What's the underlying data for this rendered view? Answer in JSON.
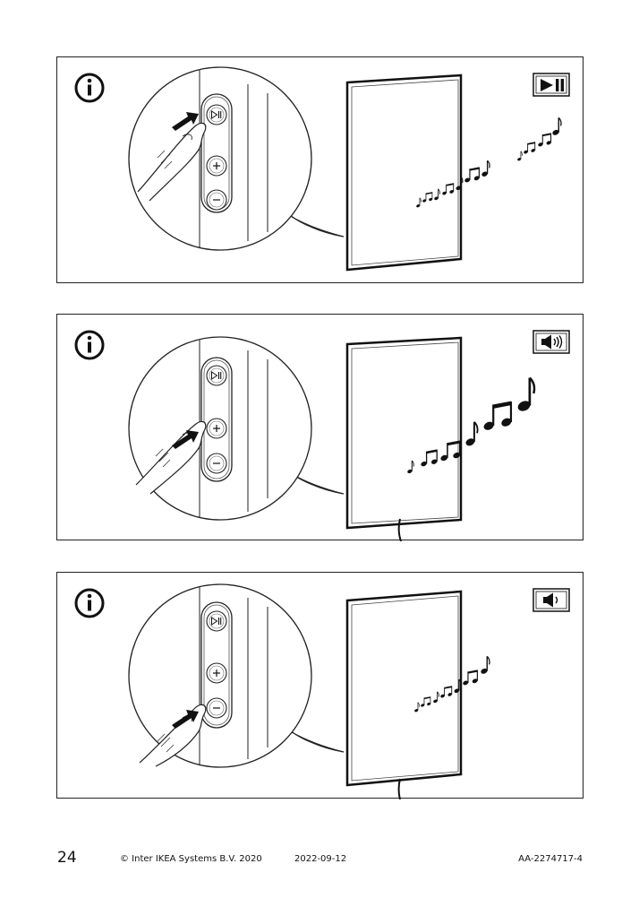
{
  "page": {
    "number": "24",
    "copyright": "© Inter IKEA Systems B.V. 2020",
    "date": "2022-09-12",
    "document_id": "AA-2274717-4"
  },
  "panels": [
    {
      "action": "play-pause",
      "pressed_button": "play-pause",
      "indicator_icon": "play-pause-icon",
      "sound_level": "medium"
    },
    {
      "action": "volume-up",
      "pressed_button": "volume-up",
      "indicator_icon": "speaker-loud-icon",
      "sound_level": "loud"
    },
    {
      "action": "volume-down",
      "pressed_button": "volume-down",
      "indicator_icon": "speaker-quiet-icon",
      "sound_level": "quiet"
    }
  ],
  "colors": {
    "line": "#222222",
    "fill": "#111111",
    "background": "#ffffff"
  }
}
